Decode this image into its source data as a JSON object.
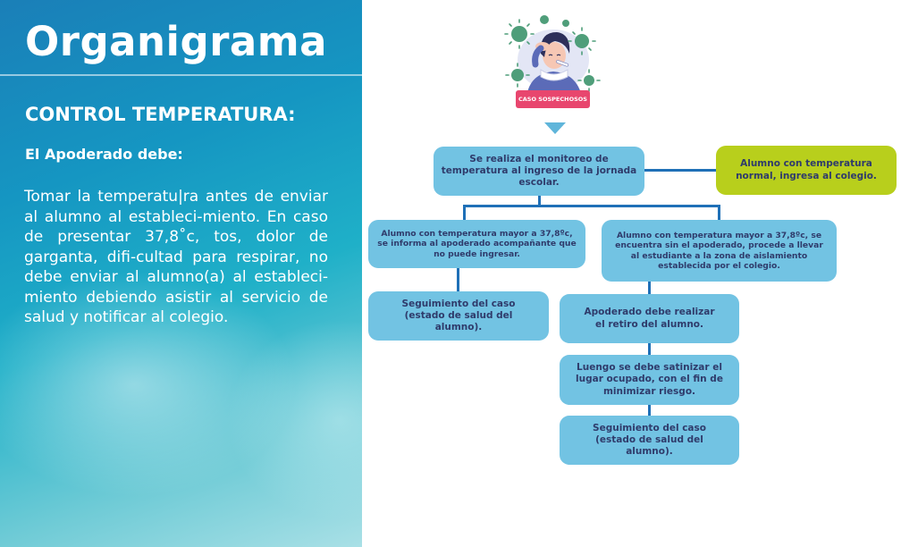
{
  "left": {
    "title": "Organigrama",
    "subtitle": "CONTROL TEMPERATURA:",
    "lead": "El Apoderado debe:",
    "body": "Tomar la temperatu|ra antes de enviar al alumno al estableci-miento. En caso de presentar 37,8˚c, tos, dolor de garganta, difi-cultad para respirar, no debe enviar al alumno(a) al estableci-miento debiendo asistir al servicio de salud y notificar al colegio."
  },
  "diagram": {
    "badge": "CASO SOSPECHOSOS",
    "monitoring": "Se realiza el monitoreo de temperatura al ingreso de la jornada escolar.",
    "normal": "Alumno con temperatura normal, ingresa al colegio.",
    "high_with_guardian": "Alumno con temperatura mayor a 37,8ºc, se informa al apoderado acompañante que no puede ingresar.",
    "high_without_guardian": "Alumno con temperatura mayor a 37,8ºc, se encuentra sin el apoderado, procede a llevar al estudiante a la zona de aislamiento establecida por el colegio.",
    "followup_left": "Seguimiento del caso (estado de salud del alumno).",
    "guardian_pickup": "Apoderado debe realizar el retiro del alumno.",
    "sanitize": "Luengo se debe satinizar el lugar ocupado, con el fin de minimizar riesgo.",
    "followup_right": "Seguimiento del caso (estado de salud del alumno)."
  },
  "colors": {
    "node_blue": "#72c3e3",
    "node_green": "#b8cf1c",
    "connector": "#1f70b7",
    "badge": "#e8466e",
    "node_text": "#2f3b6b"
  },
  "icons": [
    "virus-icon",
    "sick-person-illustration",
    "down-arrow-icon"
  ]
}
